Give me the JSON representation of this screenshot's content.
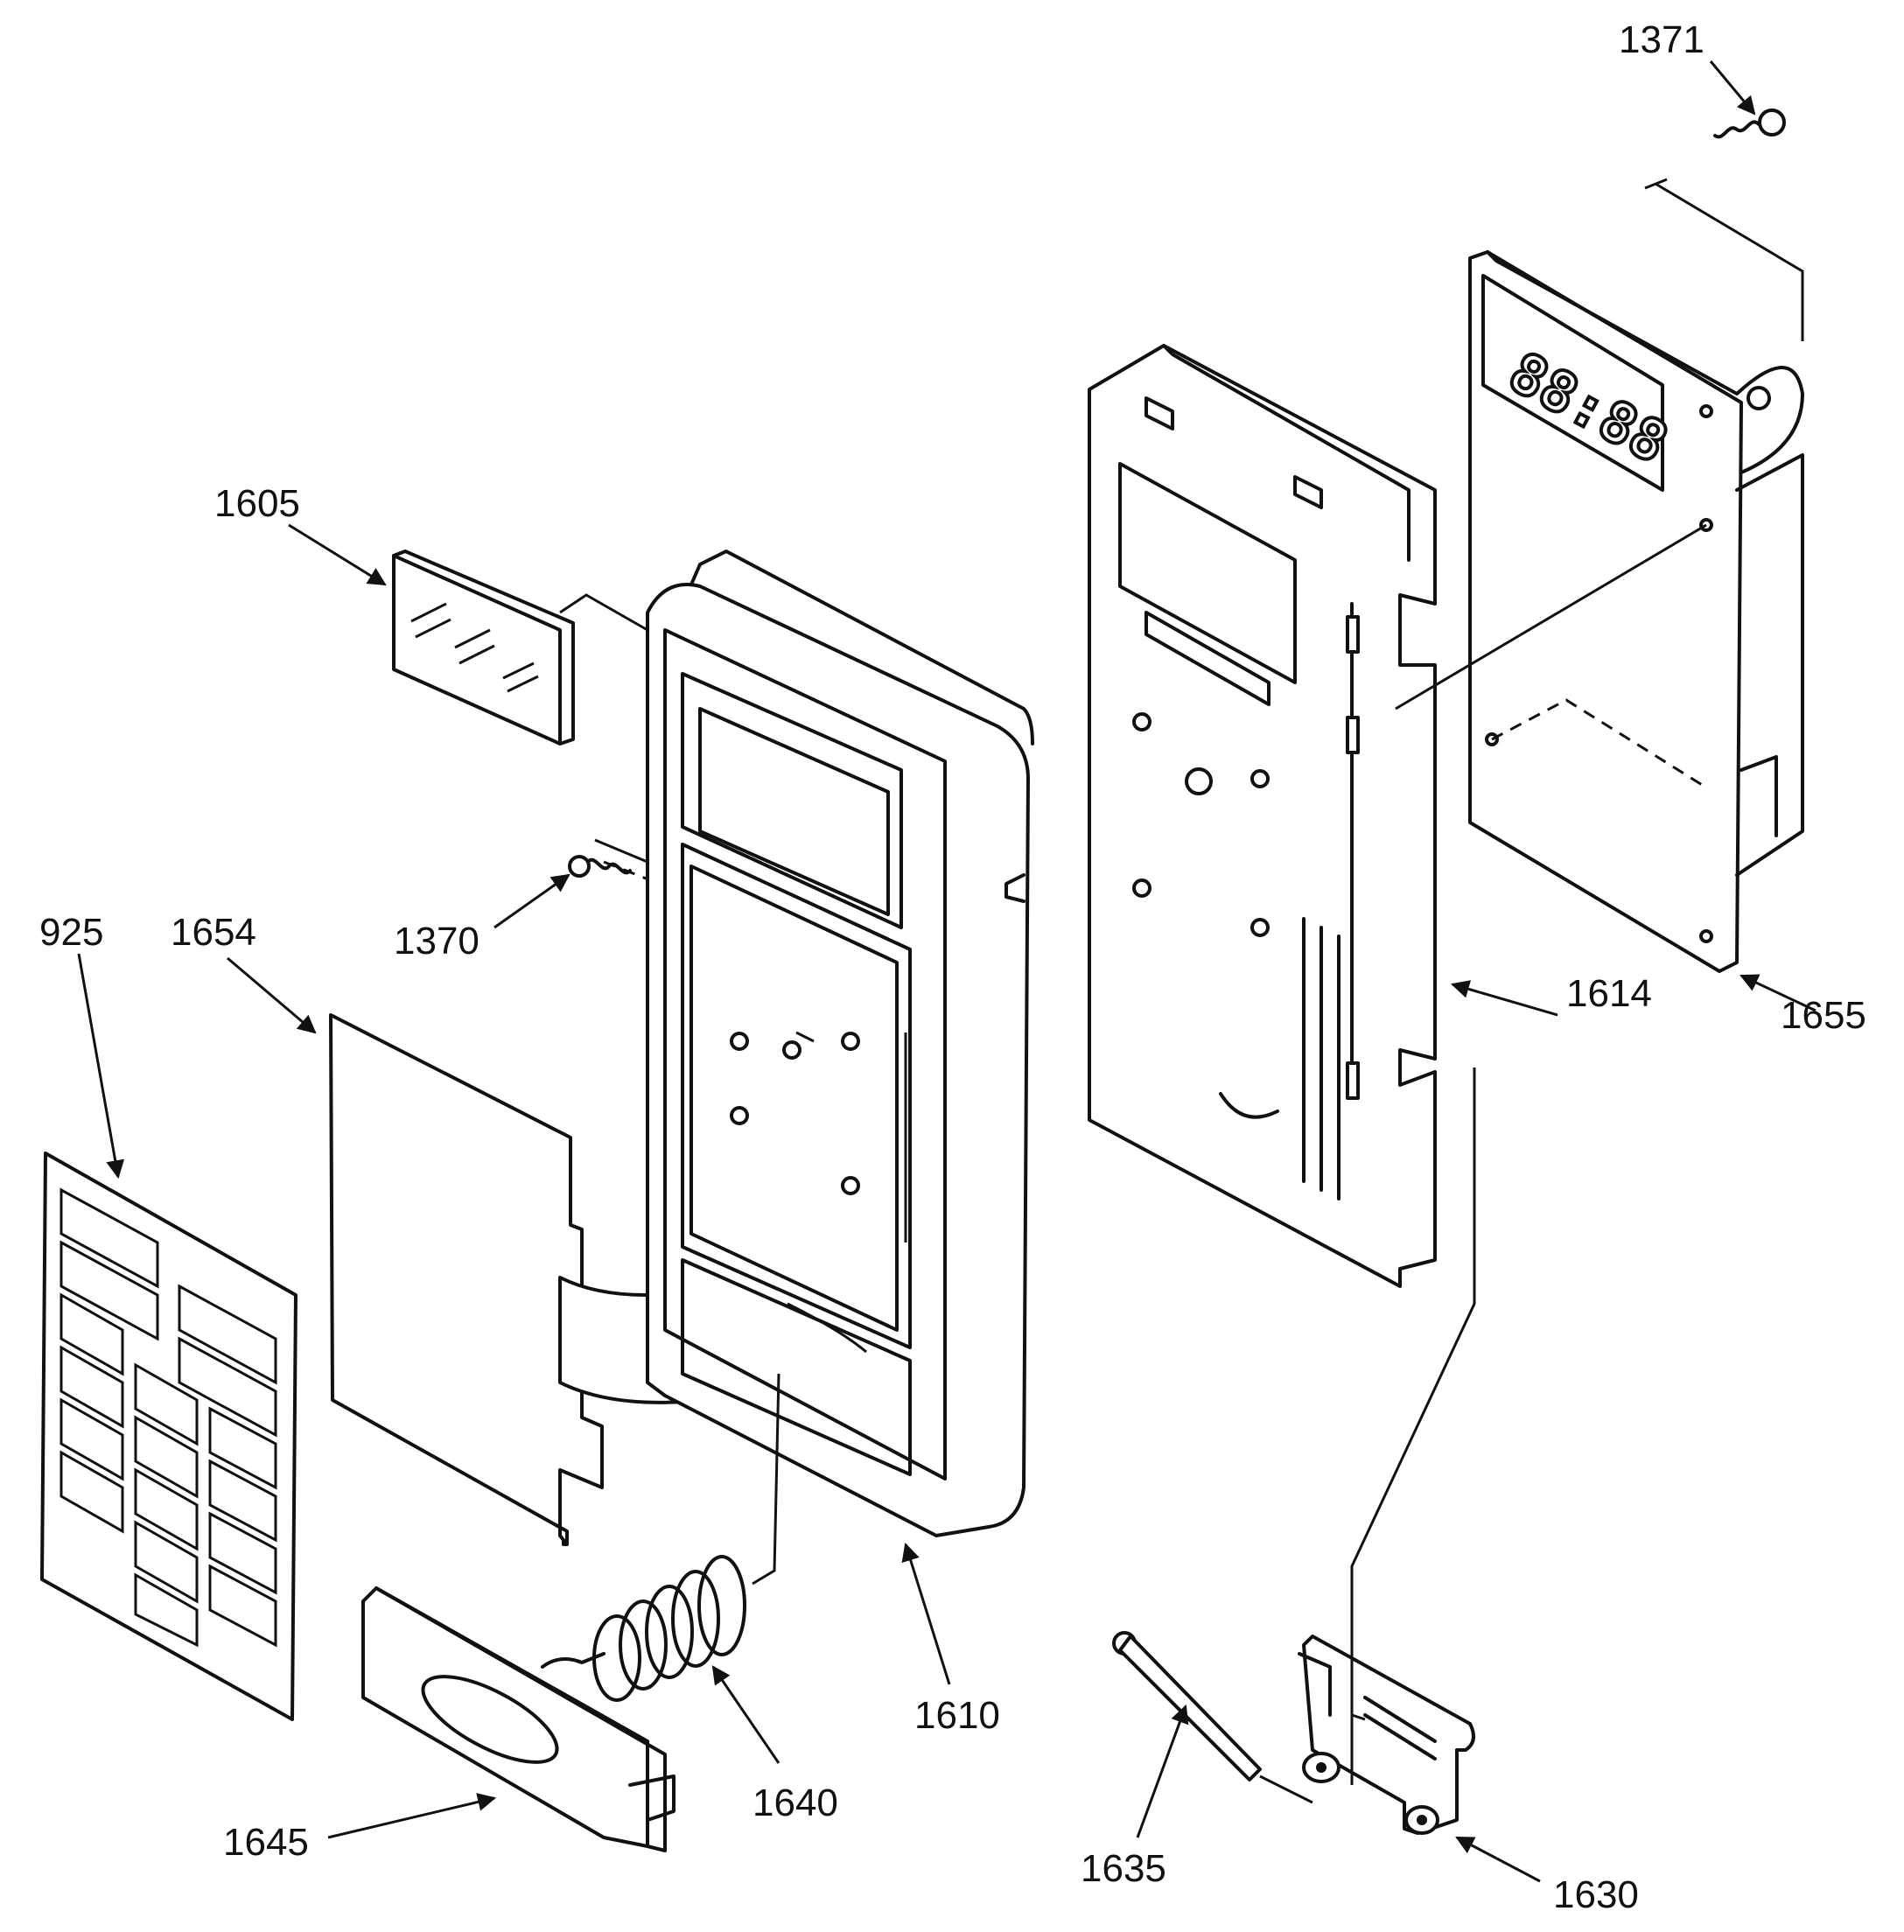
{
  "diagram": {
    "part_labels": {
      "p1371": "1371",
      "p1605": "1605",
      "p1370": "1370",
      "p925": "925",
      "p1654": "1654",
      "p1614": "1614",
      "p1655": "1655",
      "p1610": "1610",
      "p1640": "1640",
      "p1645": "1645",
      "p1635": "1635",
      "p1630": "1630"
    },
    "display_readout": "88:88"
  }
}
